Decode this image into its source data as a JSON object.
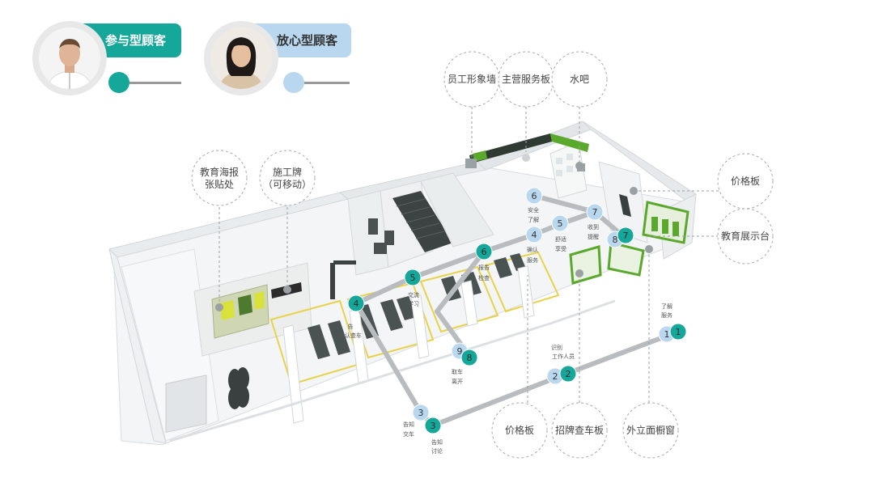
{
  "legend": {
    "participation": {
      "label": "参与型顾客",
      "color": "#15a89a",
      "icon": "man-avatar-icon"
    },
    "worry_free": {
      "label": "放心型顾客",
      "color": "#b9d8f0",
      "icon": "woman-avatar-icon"
    }
  },
  "callouts": {
    "staff_wall": "员工形象墙",
    "service_board": "主营服务板",
    "water_bar": "水吧",
    "poster_area_l1": "教育海报",
    "poster_area_l2": "张贴处",
    "construction_l1": "施工牌",
    "construction_l2": "（可移动）",
    "price_board_right": "价格板",
    "edu_display": "教育展示台",
    "price_board_bottom": "价格板",
    "plate_check": "招牌查车板",
    "window": "外立面橱窗"
  },
  "steps": {
    "teal": [
      "1",
      "2",
      "3",
      "4",
      "5",
      "6",
      "7",
      "8"
    ],
    "blue": [
      "1",
      "2",
      "3",
      "4",
      "5",
      "6",
      "7",
      "8",
      "9"
    ]
  },
  "step_labels": {
    "t1a": "了解",
    "t1b": "服务",
    "t2a": "识别",
    "t2b": "工作人员",
    "t3a": "告知",
    "t3b": "交车",
    "t3c": "告知",
    "t3d": "讨论",
    "t4a": "告",
    "t4b": "确认查车",
    "t5a": "交流",
    "t5b": "学习",
    "t6a": "报告",
    "t6b": "检查",
    "t7a": "收到",
    "t7b": "提醒",
    "t8a": "取车",
    "t8b": "离开",
    "b4a": "确认",
    "b4b": "服务",
    "b5a": "舒适",
    "b5b": "享受",
    "b6a": "安全",
    "b6b": "了解"
  },
  "colors": {
    "teal": "#15a89a",
    "blue": "#b9d8f0",
    "green": "#5aa82c"
  }
}
